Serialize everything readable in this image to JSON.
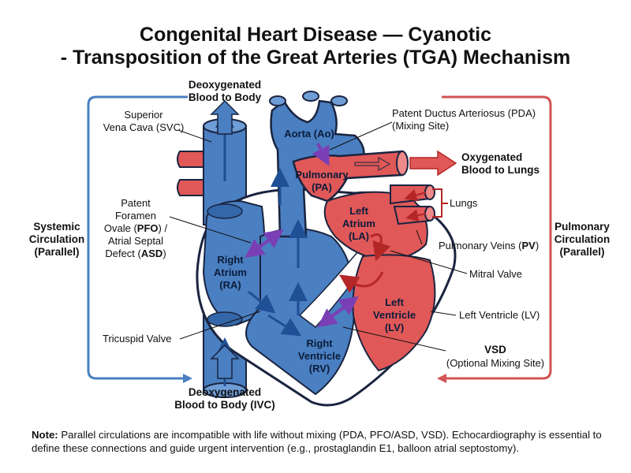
{
  "title": {
    "line1": "Congenital Heart Disease — Cyanotic",
    "line2": "- Transposition of the Great Arteries (TGA) Mechanism"
  },
  "labels": {
    "deoxy_top_1": "Deoxygenated",
    "deoxy_top_2": "Blood to Body",
    "svc_1": "Superior",
    "svc_2": "Vena Cava (SVC)",
    "pda_1": "Patent Ductus Arteriosus (PDA)",
    "pda_2": "(Mixing Site)",
    "oxy_1": "Oxygenated",
    "oxy_2": "Blood to Lungs",
    "aorta": "Aorta (Ao)",
    "pa_1": "Pulmonary",
    "pa_2": "(PA)",
    "lungs": "Lungs",
    "systemic_1": "Systemic",
    "systemic_2": "Circulation",
    "systemic_3": "(Parallel)",
    "pulmonary_1": "Pulmonary",
    "pulmonary_2": "Circulation",
    "pulmonary_3": "(Parallel)",
    "pfo_1": "Patent",
    "pfo_2": "Foramen",
    "pfo_3a": "Ovale (",
    "pfo_3b": "PFO",
    "pfo_3c": ") /",
    "pfo_4": "Atrial Septal",
    "pfo_5a": "Defect (",
    "pfo_5b": "ASD",
    "pfo_5c": ")",
    "la_1": "Left",
    "la_2": "Atrium",
    "la_3": "(LA)",
    "pv_a": "Pulmonary Veins (",
    "pv_b": "PV",
    "pv_c": ")",
    "ra_1": "Right",
    "ra_2": "Atrium",
    "ra_3": "(RA)",
    "mitral": "Mitral Valve",
    "lv_1": "Left",
    "lv_2": "Ventricle",
    "lv_3": "(LV)",
    "lv_side": "Left Ventricle (LV)",
    "tricuspid": "Tricuspid Valve",
    "rv_1": "Right",
    "rv_2": "Ventricle",
    "rv_3": "(RV)",
    "vsd_1": "VSD",
    "vsd_2": "(Optional Mixing Site)",
    "deoxy_bot_1": "Deoxygenated",
    "deoxy_bot_2": "Blood to Body (IVC)"
  },
  "note": {
    "prefix": "Note:",
    "text": "Parallel circulations are incompatible with life without mixing (PDA, PFO/ASD, VSD). Echocardiography is essential to define these connections and guide urgent intervention (e.g., prostaglandin E1, balloon atrial septostomy)."
  },
  "colors": {
    "deoxygenated": "#4a7fc1",
    "oxygenated": "#e05858",
    "mixing": "#8a4fc0",
    "outline": "#1a2440"
  }
}
